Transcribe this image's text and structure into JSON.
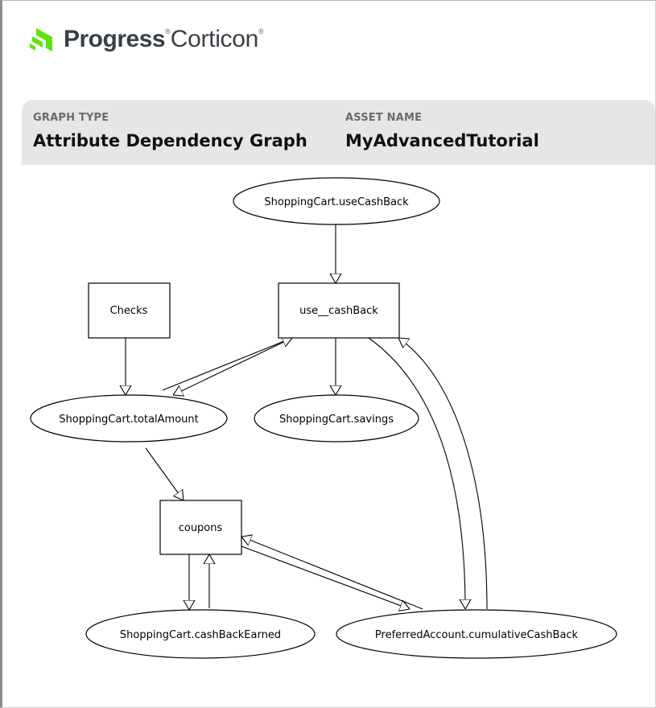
{
  "logo": {
    "brand": "Progress",
    "product": "Corticon",
    "reg_mark": "®"
  },
  "info": {
    "graph_type_heading": "GRAPH TYPE",
    "graph_type_value": "Attribute Dependency Graph",
    "asset_name_heading": "ASSET NAME",
    "asset_name_value": "MyAdvancedTutorial"
  },
  "graph": {
    "nodes": {
      "useCashBack": "ShoppingCart.useCashBack",
      "checks": "Checks",
      "use_cashBack": "use__cashBack",
      "totalAmount": "ShoppingCart.totalAmount",
      "savings": "ShoppingCart.savings",
      "coupons": "coupons",
      "cashBackEarned": "ShoppingCart.cashBackEarned",
      "cumulativeCashBack": "PreferredAccount.cumulativeCashBack"
    },
    "edges": [
      {
        "from": "ShoppingCart.useCashBack",
        "to": "use__cashBack"
      },
      {
        "from": "Checks",
        "to": "ShoppingCart.totalAmount"
      },
      {
        "from": "use__cashBack",
        "to": "ShoppingCart.totalAmount"
      },
      {
        "from": "ShoppingCart.totalAmount",
        "to": "use__cashBack"
      },
      {
        "from": "use__cashBack",
        "to": "ShoppingCart.savings"
      },
      {
        "from": "use__cashBack",
        "to": "PreferredAccount.cumulativeCashBack"
      },
      {
        "from": "PreferredAccount.cumulativeCashBack",
        "to": "use__cashBack"
      },
      {
        "from": "ShoppingCart.totalAmount",
        "to": "coupons"
      },
      {
        "from": "coupons",
        "to": "ShoppingCart.cashBackEarned"
      },
      {
        "from": "ShoppingCart.cashBackEarned",
        "to": "coupons"
      },
      {
        "from": "coupons",
        "to": "PreferredAccount.cumulativeCashBack"
      },
      {
        "from": "PreferredAccount.cumulativeCashBack",
        "to": "coupons"
      }
    ]
  },
  "colors": {
    "logo_green": "#5ce500",
    "panel_bg": "#e6e6e6",
    "heading_gray": "#6b6b6b"
  }
}
